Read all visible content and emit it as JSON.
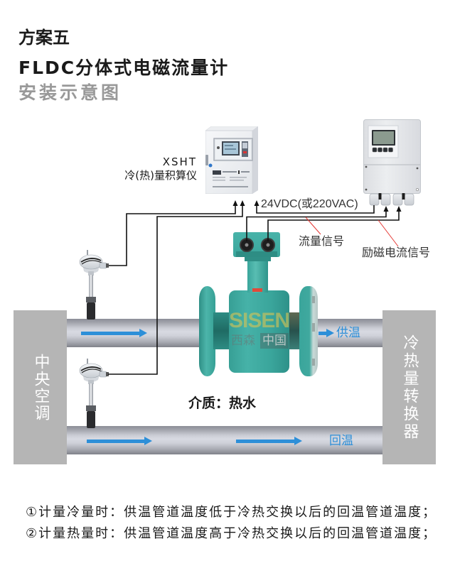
{
  "title": {
    "scheme": "方案五",
    "product": "FLDC分体式电磁流量计",
    "subtitle": "安装示意图"
  },
  "integrator": {
    "model": "XSHT",
    "name": "冷(热)量积算仪"
  },
  "wiring_labels": {
    "power": "24VDC(或220VAC)",
    "flow_signal": "流量信号",
    "excitation_signal": "励磁电流信号"
  },
  "units": {
    "source": "中央空调",
    "exchanger": "冷热量转换器"
  },
  "pipes": {
    "supply_label": "供温",
    "return_label": "回温"
  },
  "medium": "介质：热水",
  "watermark": {
    "brand": "SISEN",
    "cn": "西森",
    "region": "中国"
  },
  "notes": [
    "①计量冷量时：供温管道温度低于冷热交换以后的回温管道温度；",
    "②计量热量时：供温管道温度高于冷热交换以后的回温管道温度；"
  ],
  "colors": {
    "flow_arrow": "#2d8fd8",
    "flowmeter": "#3aa59b",
    "unit_box": "#b5b5b5",
    "callout_line": "#e53935",
    "subtitle_gray": "#999999",
    "wire": "#111111"
  },
  "icons": {
    "temperature_sensor": "temperature-sensor-icon",
    "integrator_cabinet": "integrator-cabinet-icon",
    "converter": "flow-converter-icon",
    "flowmeter": "electromagnetic-flowmeter-icon",
    "arrow": "arrow-right-icon"
  }
}
